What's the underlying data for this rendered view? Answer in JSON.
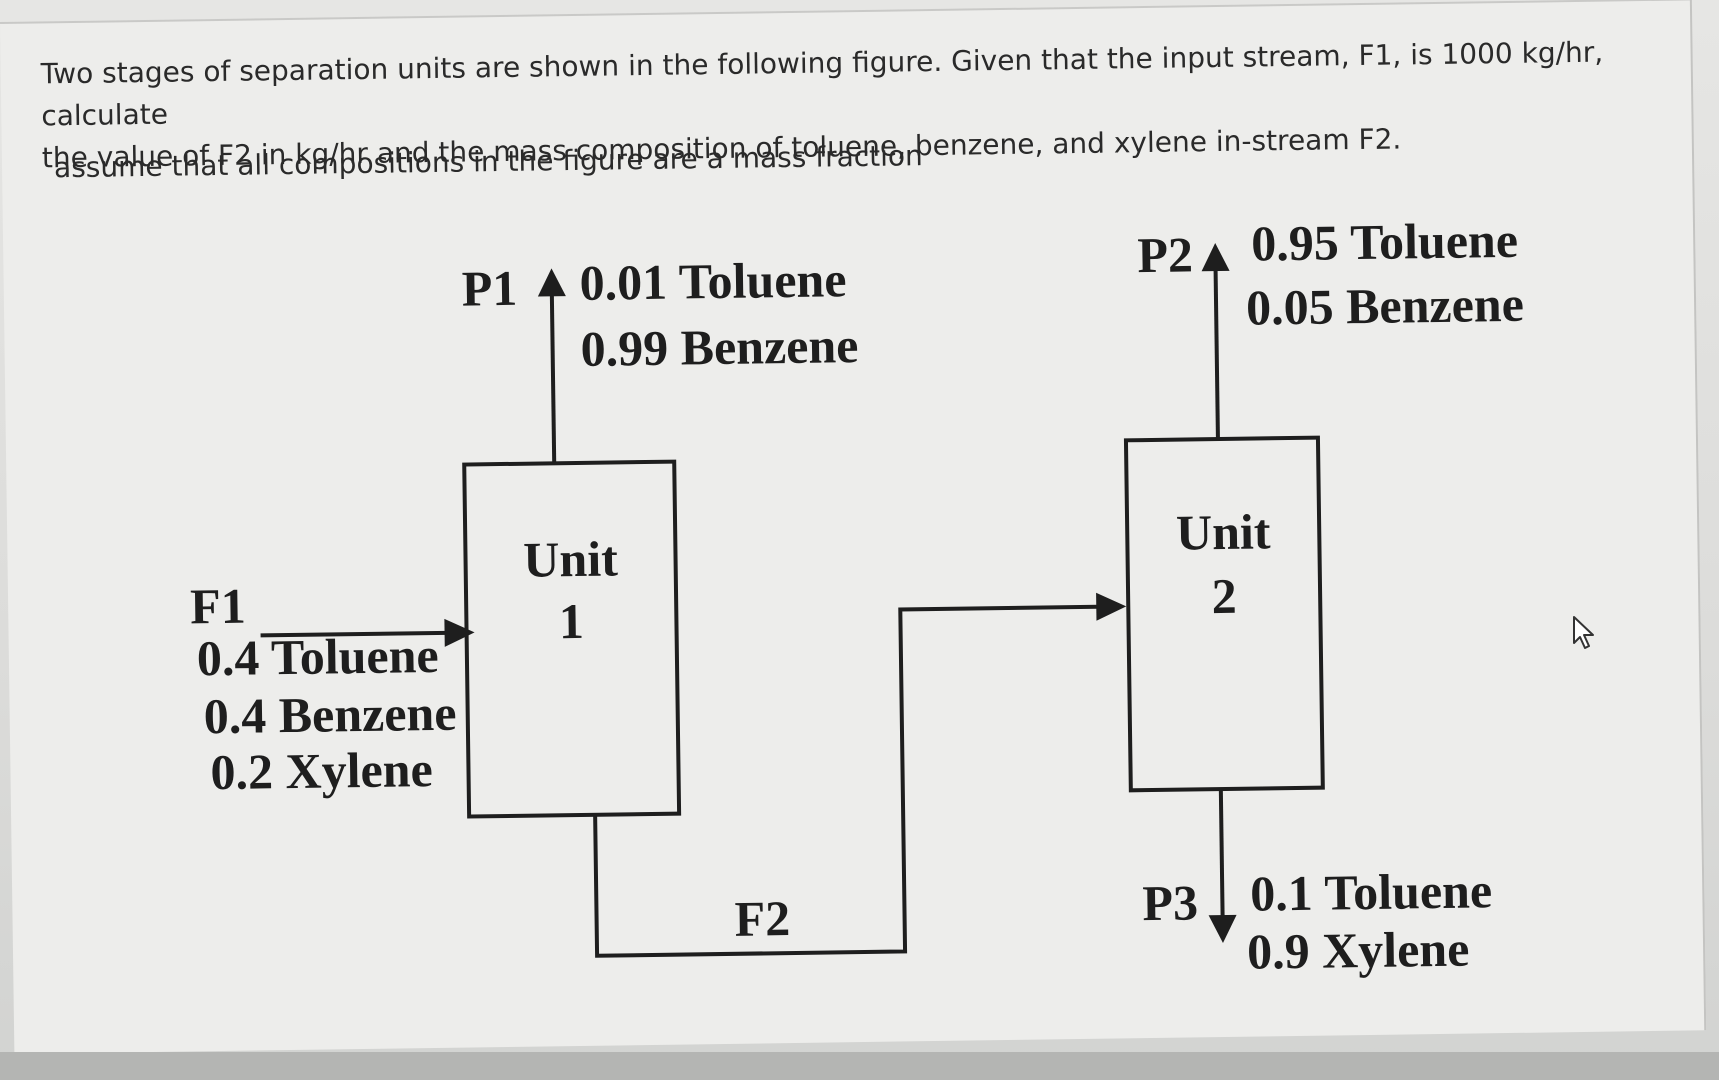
{
  "question": {
    "line1": "Two stages of separation units are shown in the following figure. Given that the input stream, F1, is 1000 kg/hr, calculate",
    "line2": "the value of F2 in kg/hr and the mass composition of toluene, benzene, and xylene in-stream  F2.",
    "note": "assume that all compositions in the figure are a mass fraction"
  },
  "diagram": {
    "unit1": {
      "line1": "Unit",
      "line2": "1"
    },
    "unit2": {
      "line1": "Unit",
      "line2": "2"
    },
    "streams": {
      "f1": {
        "label": "F1",
        "comp": [
          "0.4 Toluene",
          "0.4 Benzene",
          "0.2 Xylene"
        ]
      },
      "p1": {
        "label": "P1",
        "comp": [
          "0.01 Toluene",
          "0.99 Benzene"
        ]
      },
      "p2": {
        "label": "P2",
        "comp": [
          "0.95 Toluene",
          "0.05 Benzene"
        ]
      },
      "p3": {
        "label": "P3",
        "comp": [
          "0.1 Toluene",
          "0.9 Xylene"
        ]
      },
      "f2": {
        "label": "F2"
      }
    }
  },
  "colors": {
    "ink": "#1e1e1e",
    "paper": "#ededeb",
    "text": "#2a2a2a"
  },
  "icons": {
    "cursor": "mouse-pointer-icon"
  }
}
